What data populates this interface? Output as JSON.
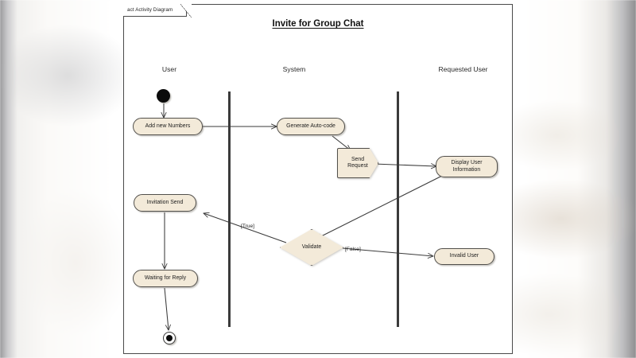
{
  "frame": {
    "tab_label": "act Activity Diagram",
    "title": "Invite for Group Chat"
  },
  "colors": {
    "node_fill": "#f3ead9",
    "node_border": "#52504c",
    "lane_divider": "#3b3b3b",
    "frame_border": "#4a4a4a",
    "edge_stroke": "#3a3a3a",
    "start_node": "#0b0b0b"
  },
  "swimlanes": [
    {
      "label": "User"
    },
    {
      "label": "System"
    },
    {
      "label": "Requested User"
    }
  ],
  "nodes": [
    {
      "id": "start",
      "type": "initial-node",
      "label": ""
    },
    {
      "id": "add",
      "type": "action",
      "label": "Add new Numbers"
    },
    {
      "id": "generate",
      "type": "action",
      "label": "Generate Auto-code"
    },
    {
      "id": "send",
      "type": "send-signal",
      "label": "Send Request",
      "line1": "Send",
      "line2": "Request"
    },
    {
      "id": "display",
      "type": "action",
      "label": "Display User Information",
      "line1": "Display User",
      "line2": "Information"
    },
    {
      "id": "validate",
      "type": "decision",
      "label": "Validate"
    },
    {
      "id": "invitation",
      "type": "action",
      "label": "Invitation Send"
    },
    {
      "id": "waiting",
      "type": "action",
      "label": "Waiting for Reply"
    },
    {
      "id": "invalid",
      "type": "action",
      "label": "Invalid User"
    },
    {
      "id": "end",
      "type": "final-node",
      "label": ""
    }
  ],
  "edge_labels": {
    "true": "[True]",
    "false": "[False]"
  },
  "edges": [
    {
      "from": "start",
      "to": "add"
    },
    {
      "from": "add",
      "to": "generate"
    },
    {
      "from": "generate",
      "to": "send"
    },
    {
      "from": "send",
      "to": "display"
    },
    {
      "from": "display",
      "to": "validate"
    },
    {
      "from": "validate",
      "to": "invitation",
      "label": "[True]"
    },
    {
      "from": "validate",
      "to": "invalid",
      "label": "[False]"
    },
    {
      "from": "invitation",
      "to": "waiting"
    },
    {
      "from": "waiting",
      "to": "end"
    }
  ]
}
